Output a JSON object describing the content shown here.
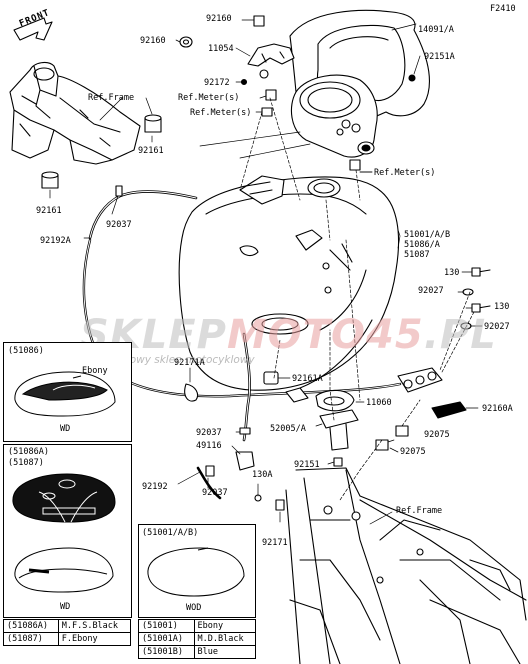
{
  "diagram_code": "F2410",
  "front_label": "FRONT",
  "watermark": {
    "main_a": "SKLEP",
    "main_b": "MOTO",
    "main_c": "45",
    "main_d": ".PL",
    "sub": "internetowy sklep motocyklowy"
  },
  "labels": {
    "l92160_top": "92160",
    "l14091": "14091/A",
    "l92160_left": "92160",
    "l11054": "11054",
    "l92151a": "92151A",
    "l92172": "92172",
    "ref_meter_1": "Ref.Meter(s)",
    "ref_meter_2": "Ref.Meter(s)",
    "ref_frame_top": "Ref.Frame",
    "l92161_a": "92161",
    "ref_meter_3": "Ref.Meter(s)",
    "l92161_b": "92161",
    "l92037_a": "92037",
    "tank_1": "51001/A/B",
    "tank_2": "51086/A",
    "tank_3": "51087",
    "l92192a": "92192A",
    "l130_a": "130",
    "l92027_a": "92027",
    "l130_b": "130",
    "l92027_b": "92027",
    "l92171a": "92171A",
    "l92161a": "92161A",
    "l11060": "11060",
    "l92160a": "92160A",
    "l92037_b": "92037",
    "l49116": "49116",
    "l52005": "52005/A",
    "l92075_a": "92075",
    "l92075_b": "92075",
    "l92151": "92151",
    "l92192": "92192",
    "l92037_c": "92037",
    "l130a": "130A",
    "ref_frame_bottom": "Ref.Frame",
    "l92171": "92171"
  },
  "insets": {
    "inset1_code": "(51086)",
    "inset1_ebony": "Ebony",
    "inset1_wd": "WD",
    "inset2_code_a": "(51086A)",
    "inset2_code_b": "(51087)",
    "inset2_wd": "WD",
    "inset3_code": "(51001/A/B)",
    "inset3_wod": "WOD"
  },
  "legend_left": [
    {
      "code": "(51086A)",
      "desc": "M.F.S.Black"
    },
    {
      "code": "(51087)",
      "desc": "F.Ebony"
    }
  ],
  "legend_right": [
    {
      "code": "(51001)",
      "desc": "Ebony"
    },
    {
      "code": "(51001A)",
      "desc": "M.D.Black"
    },
    {
      "code": "(51001B)",
      "desc": "Blue"
    }
  ]
}
